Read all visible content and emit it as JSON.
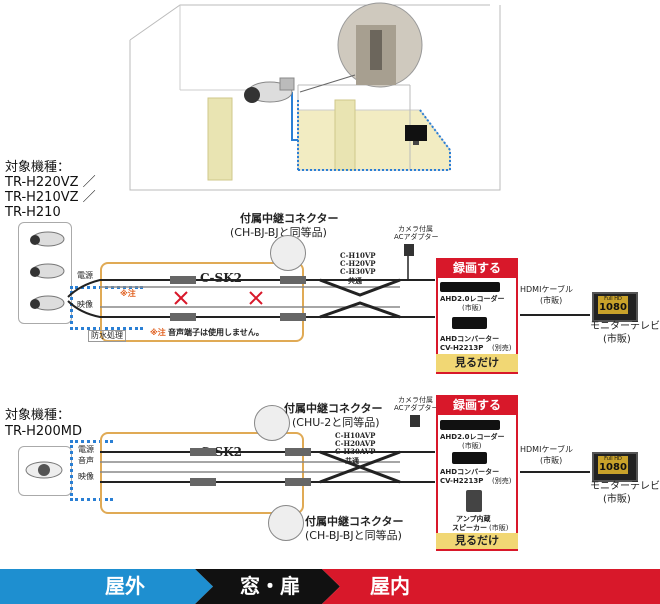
{
  "section1": {
    "models_title": "対象機種：",
    "models": [
      "TR-H220VZ ／",
      "TR-H210VZ ／",
      "TR-H210"
    ],
    "connector_title": "付属中継コネクター",
    "connector_sub": "(CH-BJ-BJと同等品)",
    "sk2": "C-SK2",
    "power": "電源",
    "video": "映像",
    "waterproof": "防水処理",
    "note_mark": "※注",
    "note": "音声端子は使用しません。",
    "cables": [
      "C-H10VP",
      "C-H20VP",
      "C-H30VP",
      "共通"
    ],
    "adapter": [
      "カメラ付属",
      "ACアダプター"
    ],
    "record_header": "録画する",
    "recorder": "AHD2.0レコーダー",
    "recorder_sub": "(市販)",
    "converter": "AHDコンバーター",
    "converter_model": "CV-H2213P",
    "converter_sub": "(別売)",
    "view_footer": "見るだけ",
    "hdmi": [
      "HDMIケーブル",
      "(市販)"
    ],
    "monitor": [
      "モニターテレビ",
      "(市販)"
    ],
    "fullhd": "Full HD",
    "fullhd_num": "1080"
  },
  "section2": {
    "models_title": "対象機種：",
    "models": [
      "TR-H200MD"
    ],
    "connector_top_title": "付属中継コネクター",
    "connector_top_sub": "(CHU-2と同等品)",
    "connector_bot_title": "付属中継コネクター",
    "connector_bot_sub": "(CH-BJ-BJと同等品)",
    "sk2": "C-SK2",
    "power": "電源",
    "audio": "音声",
    "video": "映像",
    "cables": [
      "C-H10AVP",
      "C-H20AVP",
      "C-H30AVP",
      "共通"
    ],
    "adapter": [
      "カメラ付属",
      "ACアダプター"
    ],
    "record_header": "録画する",
    "recorder": "AHD2.0レコーダー",
    "recorder_sub": "(市販)",
    "converter": "AHDコンバーター",
    "converter_model": "CV-H2213P",
    "converter_sub": "(別売)",
    "speaker": [
      "アンプ内蔵",
      "スピーカー"
    ],
    "speaker_sub": "(市販)",
    "view_footer": "見るだけ",
    "hdmi": [
      "HDMIケーブル",
      "(市販)"
    ],
    "monitor": [
      "モニターテレビ",
      "(市販)"
    ],
    "fullhd": "Full HD",
    "fullhd_num": "1080"
  },
  "bottom": {
    "outdoor": "屋外",
    "window": "窓・扉",
    "indoor": "屋内",
    "colors": {
      "outdoor": "#1e8fd0",
      "indoor": "#d8182a"
    }
  }
}
